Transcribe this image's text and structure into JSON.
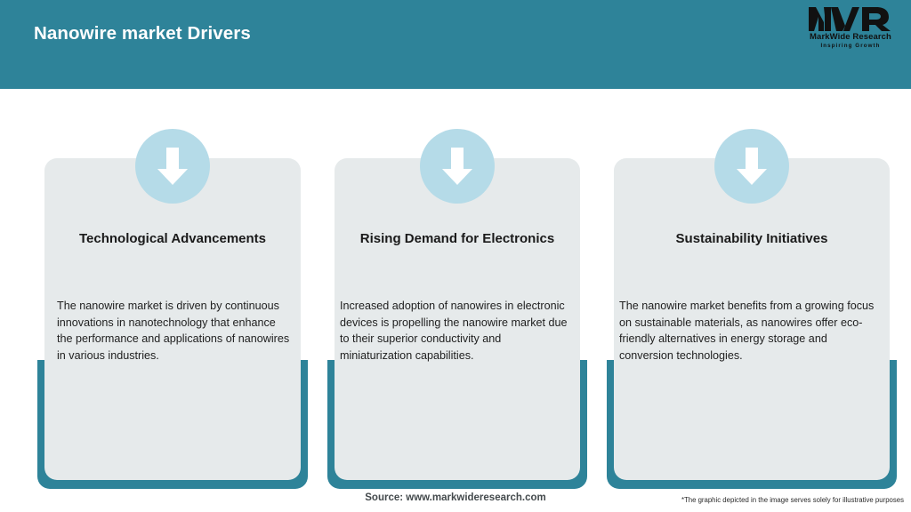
{
  "header": {
    "title": "Nanowire market Drivers",
    "background_color": "#2e8399",
    "title_color": "#ffffff"
  },
  "logo": {
    "mark": "MWR",
    "name": "MarkWide Research",
    "tagline": "Inspiring Growth"
  },
  "cards": [
    {
      "icon": "arrow-down-icon",
      "title": "Technological Advancements",
      "body": "The nanowire market is driven by continuous innovations in nanotechnology that enhance the performance and applications of nanowires in various industries."
    },
    {
      "icon": "arrow-down-icon",
      "title": "Rising Demand for Electronics",
      "body": "Increased adoption of nanowires in electronic devices is propelling the nanowire market due to their superior conductivity and miniaturization capabilities."
    },
    {
      "icon": "arrow-down-icon",
      "title": "Sustainability Initiatives",
      "body": "The nanowire market benefits from a growing focus on sustainable materials, as nanowires offer eco-friendly alternatives in energy storage and conversion technologies."
    }
  ],
  "footer": {
    "source": "Source: www.markwideresearch.com",
    "disclaimer": "*The graphic depicted in the image serves solely for illustrative purposes"
  },
  "colors": {
    "teal": "#2e8399",
    "circle_blue": "#b5dbe8",
    "card_gray": "#e6eaeb",
    "arrow_white": "#ffffff"
  }
}
